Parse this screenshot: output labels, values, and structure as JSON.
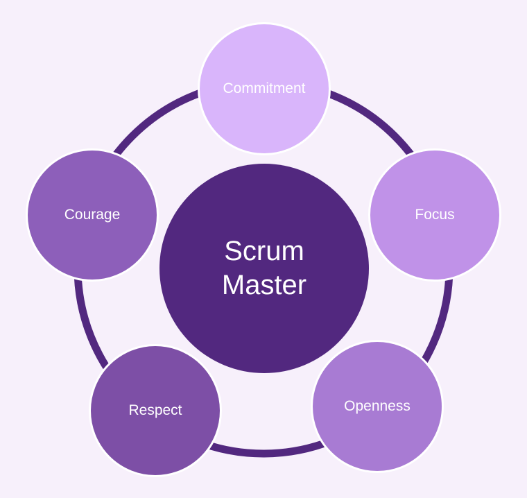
{
  "diagram": {
    "center": {
      "label": "Scrum\nMaster",
      "color": "#52287f"
    },
    "ring_color": "#52287f",
    "nodes": [
      {
        "label": "Commitment",
        "color": "#d9b5fb"
      },
      {
        "label": "Focus",
        "color": "#c092e8"
      },
      {
        "label": "Openness",
        "color": "#a87bd3"
      },
      {
        "label": "Respect",
        "color": "#7d4fa6"
      },
      {
        "label": "Courage",
        "color": "#8d5fba"
      }
    ]
  }
}
